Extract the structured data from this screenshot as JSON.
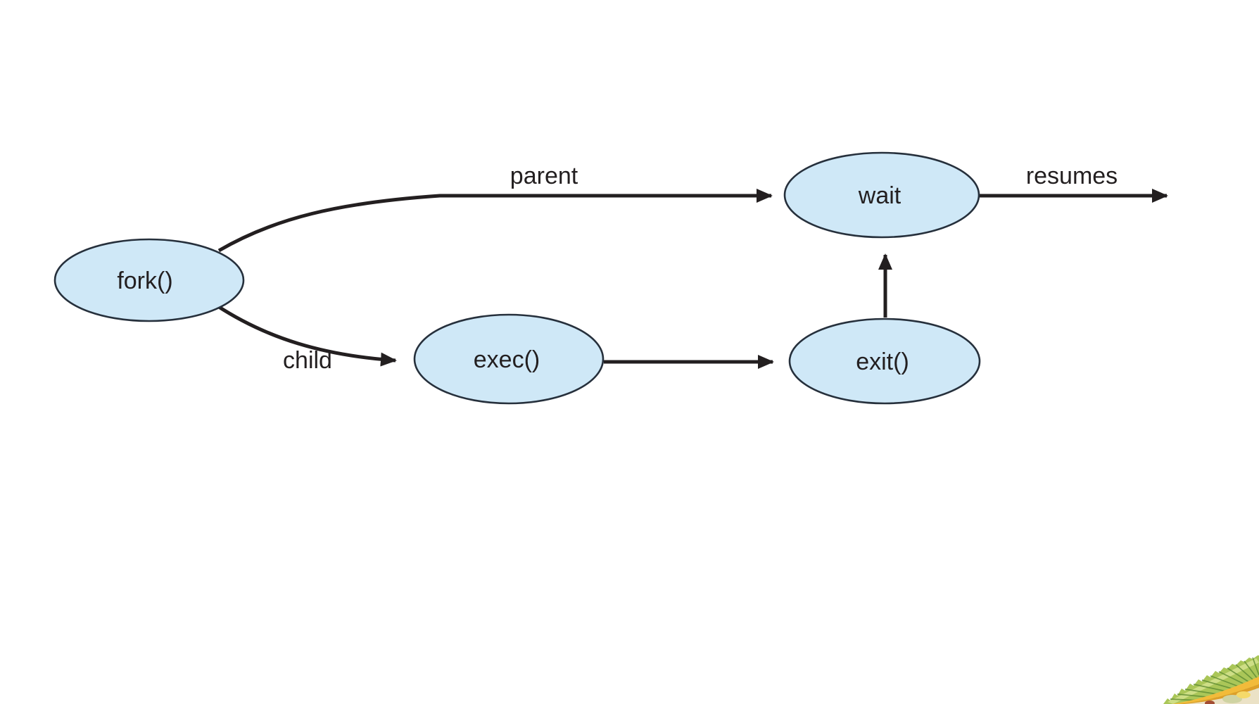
{
  "figure": {
    "colors": {
      "background": "#ffffff",
      "node_fill": "#cfe8f7",
      "node_stroke": "#26303c",
      "line": "#231f20",
      "text": "#231f20"
    },
    "nodes": [
      {
        "id": "fork",
        "label": "fork()"
      },
      {
        "id": "exec",
        "label": "exec()"
      },
      {
        "id": "wait",
        "label": "wait"
      },
      {
        "id": "exit",
        "label": "exit()"
      }
    ],
    "edges": [
      {
        "id": "parent",
        "label": "parent",
        "from": "fork",
        "to": "wait"
      },
      {
        "id": "child",
        "label": "child",
        "from": "fork",
        "to": "exec"
      },
      {
        "id": "exec-exit",
        "label": "",
        "from": "exec",
        "to": "exit"
      },
      {
        "id": "exit-wait",
        "label": "",
        "from": "exit",
        "to": "wait"
      },
      {
        "id": "resumes",
        "label": "resumes",
        "from": "wait",
        "to": "right-edge"
      }
    ]
  },
  "artwork": {
    "name": "dinosaur-frill-illustration",
    "colors": {
      "green": "#aac658",
      "dark_green": "#5f8c33",
      "light_green": "#d9e596",
      "yellow": "#f2bb3a",
      "dark_yellow": "#de9f28",
      "cream": "#ebe2c6",
      "brown": "#a34d33"
    }
  }
}
